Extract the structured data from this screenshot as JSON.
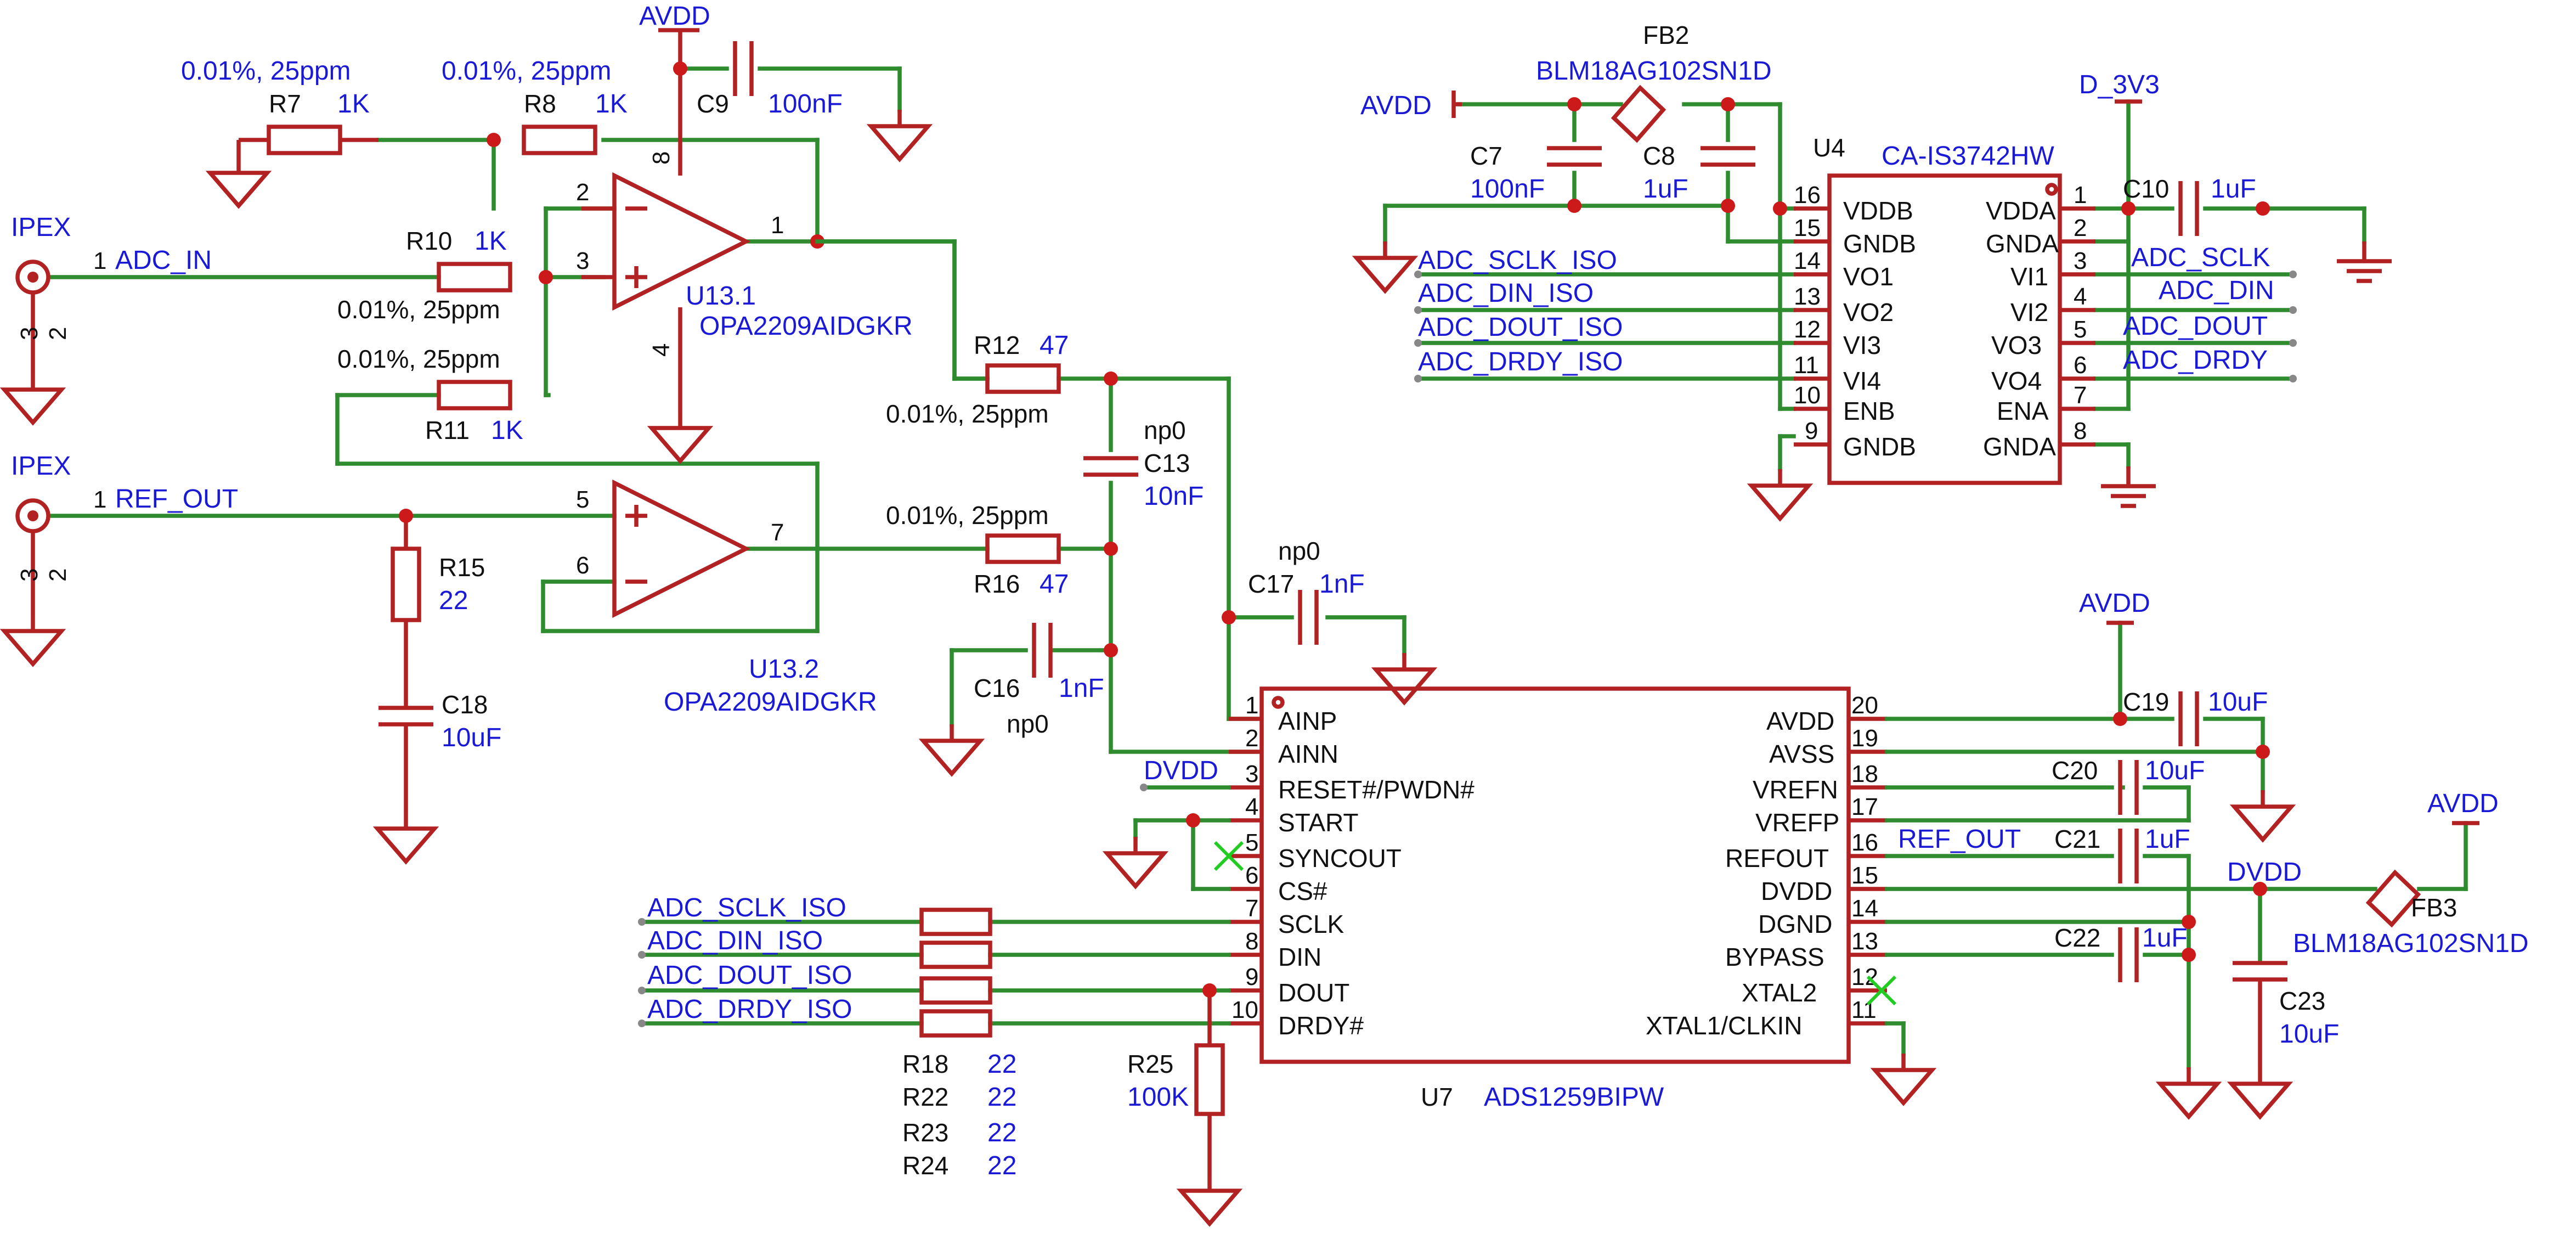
{
  "diagram": {
    "top_left": {
      "r7": {
        "ref": "R7",
        "value": "1K",
        "tol": "0.01%, 25ppm"
      },
      "r8": {
        "ref": "R8",
        "value": "1K",
        "tol": "0.01%, 25ppm"
      },
      "r10": {
        "ref": "R10",
        "value": "1K",
        "tol": "0.01%, 25ppm"
      },
      "r11": {
        "ref": "R11",
        "value": "1K",
        "tol": "0.01%, 25ppm"
      },
      "c9": {
        "ref": "C9",
        "value": "100nF"
      },
      "avdd": "AVDD",
      "u13_1": {
        "ref": "U13.1",
        "part": "OPA2209AIDGKR",
        "pins": {
          "p2": "2",
          "p3": "3",
          "p1": "1",
          "p8": "8",
          "p4": "4"
        }
      },
      "j_adc": {
        "name": "IPEX",
        "pin1": "1",
        "pin3": "3",
        "pin2": "2",
        "net": "ADC_IN"
      }
    },
    "mid_left": {
      "u13_2": {
        "ref": "U13.2",
        "part": "OPA2209AIDGKR",
        "pins": {
          "p5": "5",
          "p6": "6",
          "p7": "7"
        }
      },
      "j_ref": {
        "name": "IPEX",
        "pin1": "1",
        "pin3": "3",
        "pin2": "2",
        "net": "REF_OUT"
      },
      "r15": {
        "ref": "R15",
        "value": "22"
      },
      "c18": {
        "ref": "C18",
        "value": "10uF"
      }
    },
    "filter": {
      "r12": {
        "ref": "R12",
        "value": "47",
        "tol": "0.01%, 25ppm"
      },
      "r16": {
        "ref": "R16",
        "value": "47",
        "tol": "0.01%, 25ppm"
      },
      "c13": {
        "ref": "C13",
        "value": "10nF",
        "np": "np0"
      },
      "c16": {
        "ref": "C16",
        "value": "1nF",
        "np": "np0"
      },
      "c17": {
        "ref": "C17",
        "value": "1nF",
        "np": "np0"
      }
    },
    "isolator": {
      "u4": {
        "ref": "U4",
        "part": "CA-IS3742HW"
      },
      "fb2": {
        "ref": "FB2",
        "part": "BLM18AG102SN1D"
      },
      "c7": {
        "ref": "C7",
        "value": "100nF"
      },
      "c8": {
        "ref": "C8",
        "value": "1uF"
      },
      "c10": {
        "ref": "C10",
        "value": "1uF"
      },
      "avdd": "AVDD",
      "d3v3": "D_3V3",
      "left_pins": [
        {
          "num": "16",
          "name": "VDDB"
        },
        {
          "num": "15",
          "name": "GNDB"
        },
        {
          "num": "14",
          "name": "VO1"
        },
        {
          "num": "13",
          "name": "VO2"
        },
        {
          "num": "12",
          "name": "VI3"
        },
        {
          "num": "11",
          "name": "VI4"
        },
        {
          "num": "10",
          "name": "ENB"
        },
        {
          "num": "9",
          "name": "GNDB"
        }
      ],
      "right_pins": [
        {
          "num": "1",
          "name": "VDDA"
        },
        {
          "num": "2",
          "name": "GNDA"
        },
        {
          "num": "3",
          "name": "VI1"
        },
        {
          "num": "4",
          "name": "VI2"
        },
        {
          "num": "5",
          "name": "VO3"
        },
        {
          "num": "6",
          "name": "VO4"
        },
        {
          "num": "7",
          "name": "ENA"
        },
        {
          "num": "8",
          "name": "GNDA"
        }
      ],
      "left_nets": [
        "ADC_SCLK_ISO",
        "ADC_DIN_ISO",
        "ADC_DOUT_ISO",
        "ADC_DRDY_ISO"
      ],
      "right_nets": [
        "ADC_SCLK",
        "ADC_DIN",
        "ADC_DOUT",
        "ADC_DRDY"
      ]
    },
    "adc": {
      "u7": {
        "ref": "U7",
        "part": "ADS1259BIPW"
      },
      "left_pins": [
        {
          "num": "1",
          "name": "AINP"
        },
        {
          "num": "2",
          "name": "AINN"
        },
        {
          "num": "3",
          "name": "RESET#/PWDN#"
        },
        {
          "num": "4",
          "name": "START"
        },
        {
          "num": "5",
          "name": "SYNCOUT"
        },
        {
          "num": "6",
          "name": "CS#"
        },
        {
          "num": "7",
          "name": "SCLK"
        },
        {
          "num": "8",
          "name": "DIN"
        },
        {
          "num": "9",
          "name": "DOUT"
        },
        {
          "num": "10",
          "name": "DRDY#"
        }
      ],
      "right_pins": [
        {
          "num": "20",
          "name": "AVDD"
        },
        {
          "num": "19",
          "name": "AVSS"
        },
        {
          "num": "18",
          "name": "VREFN"
        },
        {
          "num": "17",
          "name": "VREFP"
        },
        {
          "num": "16",
          "name": "REFOUT"
        },
        {
          "num": "15",
          "name": "DVDD"
        },
        {
          "num": "14",
          "name": "DGND"
        },
        {
          "num": "13",
          "name": "BYPASS"
        },
        {
          "num": "12",
          "name": "XTAL2"
        },
        {
          "num": "11",
          "name": "XTAL1/CLKIN"
        }
      ],
      "dvdd": "DVDD",
      "ser_nets": [
        "ADC_SCLK_ISO",
        "ADC_DIN_ISO",
        "ADC_DOUT_ISO",
        "ADC_DRDY_ISO"
      ],
      "ser_res": [
        {
          "ref": "R18",
          "value": "22"
        },
        {
          "ref": "R22",
          "value": "22"
        },
        {
          "ref": "R23",
          "value": "22"
        },
        {
          "ref": "R24",
          "value": "22"
        }
      ],
      "r25": {
        "ref": "R25",
        "value": "100K"
      },
      "c19": {
        "ref": "C19",
        "value": "10uF"
      },
      "c20": {
        "ref": "C20",
        "value": "10uF"
      },
      "c21": {
        "ref": "C21",
        "value": "1uF"
      },
      "c22": {
        "ref": "C22",
        "value": "1uF"
      },
      "c23": {
        "ref": "C23",
        "value": "10uF"
      },
      "fb3": {
        "ref": "FB3",
        "part": "BLM18AG102SN1D"
      },
      "avdd_top": "AVDD",
      "avdd_fb3": "AVDD",
      "refout_net": "REF_OUT",
      "dvdd_net": "DVDD"
    }
  },
  "colors": {
    "wire": "#2e8b2e",
    "symbol": "#b22222",
    "label": "#1a1ad6",
    "junction": "#cc1a1a",
    "noconnect": "#22cc22"
  }
}
